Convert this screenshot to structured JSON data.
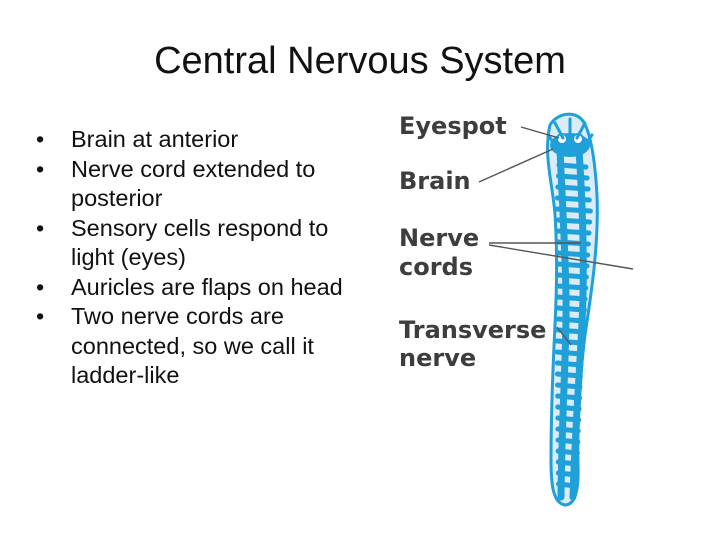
{
  "slide": {
    "title": "Central Nervous System",
    "bullets": [
      "Brain at anterior",
      "Nerve cord extended to posterior",
      "Sensory cells respond to light (eyes)",
      "Auricles are flaps on head",
      "Two nerve cords are connected, so we call it ladder-like"
    ]
  },
  "figure": {
    "labels": {
      "eyespot": "Eyespot",
      "brain": "Brain",
      "nerve_cords_line1": "Nerve",
      "nerve_cords_line2": "cords",
      "transverse_line1": "Transverse",
      "transverse_line2": "nerve"
    },
    "colors": {
      "body_fill": "#d9ecf7",
      "nerve": "#1fa0d8",
      "label_text": "#3d3d40",
      "leader_line": "#555555"
    }
  }
}
